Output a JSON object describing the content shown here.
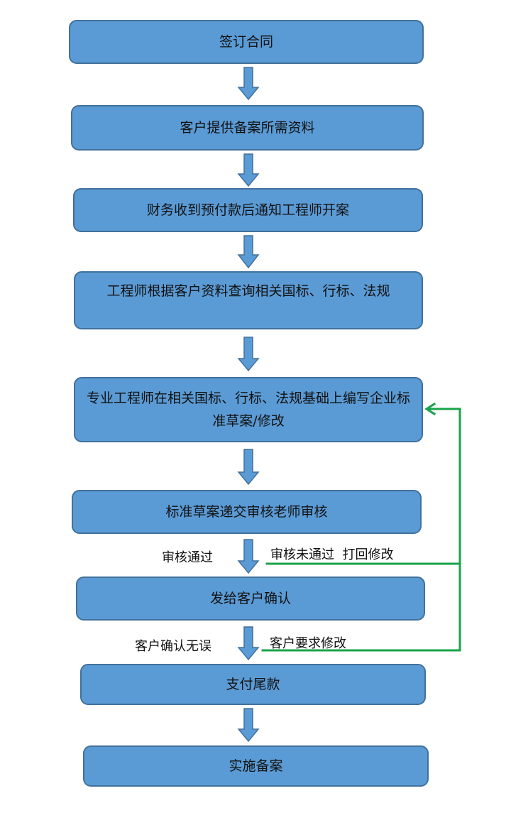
{
  "steps": [
    "签订合同",
    "客户提供备案所需资料",
    "财务收到预付款后通知工程师开案",
    "工程师根据客户资料查询相关国标、行标、法规",
    "专业工程师在相关国标、行标、法规基础上编写企业标准草案/修改",
    "标准草案递交审核老师审核",
    "发给客户确认",
    "支付尾款",
    "实施备案"
  ],
  "labels": {
    "review_pass": "审核通过",
    "review_fail": "审核未通过  打回修改",
    "customer_ok": "客户确认无误",
    "customer_revise": "客户要求修改"
  },
  "colors": {
    "box_fill": "#5b9bd5",
    "box_border": "#41719c",
    "arrow_fill": "#5b9bd5",
    "feedback_line": "#19a34a"
  }
}
